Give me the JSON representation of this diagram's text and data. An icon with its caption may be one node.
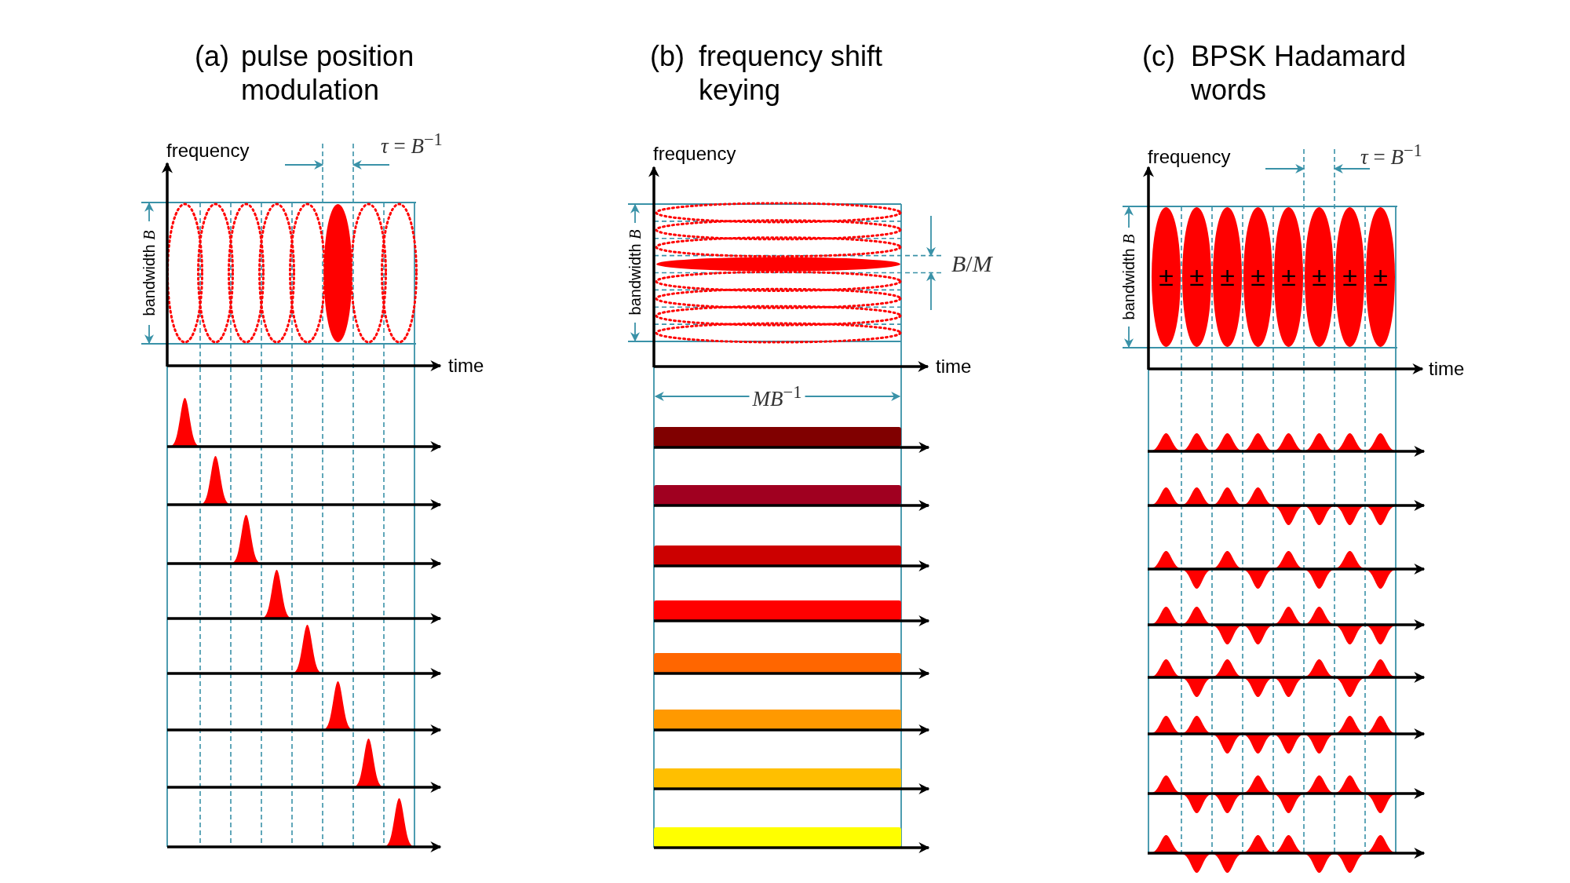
{
  "diagram": {
    "labels": [
      "(a)",
      "pulse position modulation",
      "(b)",
      "frequency shift keying",
      "(c)",
      "BPSK Hadamard words",
      "frequency",
      "*τ* = *B*$^{−1}$",
      "bandwidth *B*",
      "time",
      "frequency",
      "bandwidth *B*",
      "*B*/*M*",
      "time",
      "*MB*$^{−1}$",
      "frequency",
      "*τ* = *B*$^{−1}$",
      "bandwidth *B*",
      "±",
      "±",
      "±",
      "±",
      "±",
      "±",
      "±",
      "±",
      "time"
    ]
  }
}
